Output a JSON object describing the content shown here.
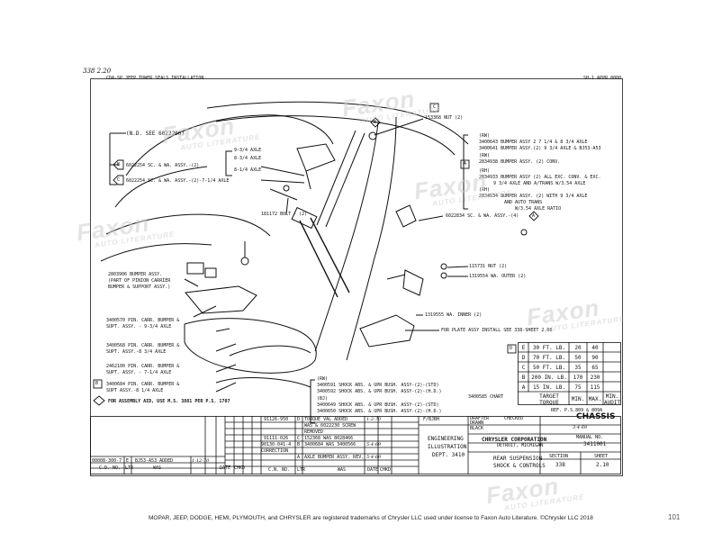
{
  "sheet": {
    "page_number_handwritten": "338  2.20",
    "top_strip_left": "CDA-SP  JEEP TOWER SEALS INSTALLATION",
    "top_strip_right": "SH-1  APPR 8000"
  },
  "callouts": {
    "ref_c": "C",
    "ref_a_upper": "A",
    "ref_a_right": "A",
    "ref_b_left": "B",
    "ref_c_left": "C",
    "ref_b_mid": "B",
    "ref_b_table": "B",
    "ref_d_chart": "D"
  },
  "labels": {
    "nd_see": "(N.D. SEE 6022200)",
    "axle_93": "9-3/4 AXLE",
    "axle_834": "8-3/4 AXLE",
    "axle_814": "8-1/4 AXLE",
    "sc_wa_1": "6022254 SC. & WA. ASSY.-(2)",
    "sc_wa_2": "6022254 SC. & WA. ASSY.-(2)-7-1/4 AXLE",
    "nut_2": "153368 NUT (2)",
    "bolt_2": "181172 BOLT - (2)",
    "sc_wa_right": "6022834 SC. & WA. ASSY.-(4)",
    "nut_115731": "115731  NUT (2)",
    "washer_outer": "1319554 WA. OUTER (2)",
    "washer_inner": "1319555 WA. INNER (2)",
    "plate_note": "FOR PLATE ASSY INSTALL SEE 338-SHEET 2.00",
    "bumper_assy_1": "2803906 BUMPER ASSY.",
    "bumper_assy_2": "(PART OF PINION CARRIER",
    "bumper_assy_3": "BUMPER & SUPPORT ASSY.)",
    "pin_carr_1a": "3400570 PIN. CARR. BUMPER &",
    "pin_carr_1b": "SUPT. ASSY. - 9-3/4 AXLE",
    "pin_carr_2a": "3400568 PIN. CARR. BUMPER &",
    "pin_carr_2b": "SUPT. ASSY.-8 3/4 AXLE",
    "pin_carr_3a": "2462100 PIN. CARR. BUMPER &",
    "pin_carr_3b": "SUPT. ASSY. - 7-1/4 AXLE",
    "pin_carr_4a": "3400684 PIN. CARR. BUMPER &",
    "pin_carr_4b": "SUPT ASSY.-8 1/4 AXLE",
    "assembly_aid": "FOR ASSEMBLY AID, USE M.S. 3881 PER P.S. 1707",
    "bumper_right_1": "(RW)",
    "bumper_right_2": "3400643 BUMPER ASSY 2 7 1/4 & 8 3/4 AXLE",
    "bumper_right_3": "3400641 BUMPER ASSY.(2) 9 3/4 AXLE & BJ53-A53",
    "bumper_right_4": "(RW)",
    "bumper_right_5": "2834938 BUMPER ASSY. (2) CONV.",
    "bumper_right_6": "(RH)",
    "bumper_right_7": "2834933 BUMPER ASSY (2) ALL EXC. CONV. & EXC.",
    "bumper_right_8": "9 3/4 AXLE AND A/TRANS W/3.54 AXLE",
    "bumper_right_9": "(RH)",
    "bumper_right_10": "2834934 BUMPER ASSY. (2) WITH 9 3/4 AXLE",
    "bumper_right_11": "AND AUTO TRANS",
    "bumper_right_12": "W/3.54 AXLE RATIO",
    "shock_1": "(RW)",
    "shock_2": "3400591 SHOCK ABS. & UPR BUSH. ASSY-(2)-(STD)",
    "shock_3": "3400592 SHOCK ABS. & UPR BUSH. ASSY-(2)-(H.D.)",
    "shock_4": "(BJ)",
    "shock_5": "3400649 SHOCK ABS. & UPR BUSH. ASSY-(2)-(STD)",
    "shock_6": "3400650 SHOCK ABS. & UPR BUSH. ASSY-(2)-(H.D.)",
    "shock_chart": "3400585 CHART"
  },
  "torque_chart": {
    "rows": [
      {
        "letter": "E",
        "value": "30 FT. LB.",
        "min": "20",
        "max": "40"
      },
      {
        "letter": "D",
        "value": "70 FT. LB.",
        "min": "50",
        "max": "90"
      },
      {
        "letter": "C",
        "value": "50 FT. LB.",
        "min": "35",
        "max": "65"
      },
      {
        "letter": "B",
        "value": "200 IN. LB.",
        "min": "170",
        "max": "230"
      },
      {
        "letter": "A",
        "value": "15 IN. LB.",
        "min": "75",
        "max": "115"
      }
    ],
    "footer_target": "TARGET TORQUE",
    "footer_min": "MIN.",
    "footer_max": "MAX.",
    "footer_audit": "MIN. AUDIT"
  },
  "revisions": [
    {
      "ref": "91126-950",
      "letter": "D",
      "text": "TORQUE VAL ADDED",
      "date": "1-2-70"
    },
    {
      "ref": "",
      "letter": "",
      "text": "WAS & 6022230 SCREW",
      "date": ""
    },
    {
      "ref": "",
      "letter": "",
      "text": "REMOVED",
      "date": ""
    },
    {
      "ref": "91111-026",
      "letter": "C",
      "text": "152368 WAS 8028466",
      "date": ""
    },
    {
      "ref": "90130-041-4",
      "letter": "B",
      "text": "3400684 WAS 3400566",
      "date": "5-4-69"
    },
    {
      "ref": "",
      "letter": "",
      "text": "CORRECTION",
      "date": ""
    },
    {
      "ref": "",
      "letter": "A",
      "text": "AXLE BUMPER ASSY. REV.",
      "date": "5-4-69"
    }
  ],
  "change_left": {
    "ref": "00008-300-7",
    "letter": "E",
    "text": "BJ53-A53 ADDED",
    "date": "1-12-70"
  },
  "title_block": {
    "model": "F/BJBH",
    "drafter_label": "DRAFTER",
    "drawn_label": "DRAWN",
    "black": "BLACK",
    "checked": "CHECKED",
    "date_value": "3-4-69",
    "sheet_title": "CHASSIS",
    "company": "CHRYSLER CORPORATION",
    "city": "DETROIT, MICHIGAN",
    "manual_no_label": "MANUAL NO.",
    "manual_no": "3411001",
    "eng_1": "ENGINEERING",
    "eng_2": "ILLUSTRATION",
    "eng_3": "DEPT. 3410",
    "desc_1": "REAR SUSPENSION",
    "desc_2": "SHOCK & CONTROLS",
    "section_label": "SECTION",
    "section": "338",
    "sheet_label": "SHEET",
    "sheet": "2.10",
    "ref_note": "REF. P.S.809 & 809A",
    "col_cdno": "C.D. NO.",
    "col_ltr": "LTR",
    "col_was": "WAS",
    "col_date": "DATE",
    "col_chkd": "CHKD",
    "col_cn": "C.N. NO."
  },
  "watermark": {
    "brand": "Faxon",
    "sub": "AUTO LITERATURE"
  },
  "footer": {
    "legal": "MOPAR, JEEP, DODGE, HEMI, PLYMOUTH, and CHRYSLER are registered trademarks of Chrysler LLC used under license to Faxon Auto Literature. ©Chrysler LLC 2018",
    "page": "101"
  }
}
